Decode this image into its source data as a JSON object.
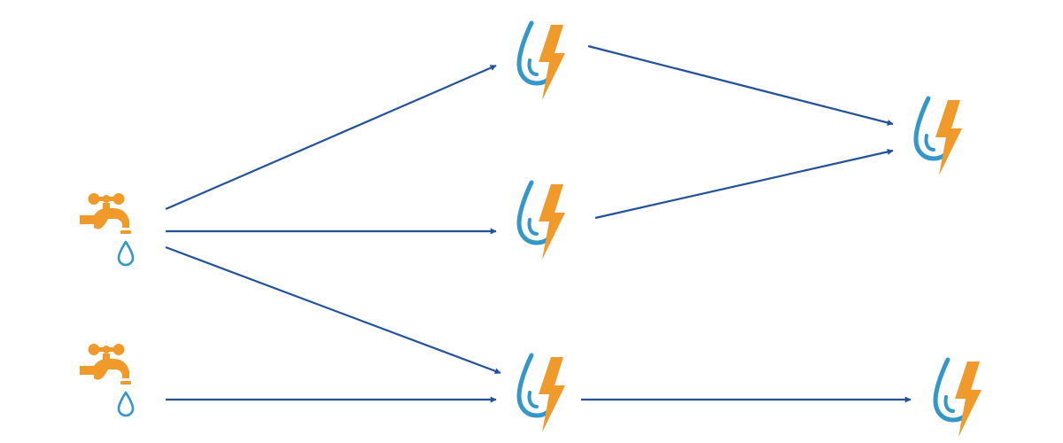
{
  "colors": {
    "tap": "#ef9a2a",
    "drop": "#3497c9",
    "bolt": "#ef9a2a",
    "edge": "#23529a",
    "background": "#ffffff"
  },
  "node_types": {
    "tap": "faucet-icon",
    "hydro": "water-energy-icon"
  },
  "nodes": [
    {
      "id": "tap-1",
      "type": "tap"
    },
    {
      "id": "tap-2",
      "type": "tap"
    },
    {
      "id": "hydro-1",
      "type": "hydro"
    },
    {
      "id": "hydro-2",
      "type": "hydro"
    },
    {
      "id": "hydro-3",
      "type": "hydro"
    },
    {
      "id": "hydro-4",
      "type": "hydro"
    },
    {
      "id": "hydro-5",
      "type": "hydro"
    }
  ],
  "edges": [
    {
      "from": "tap-1",
      "to": "hydro-1"
    },
    {
      "from": "tap-1",
      "to": "hydro-2"
    },
    {
      "from": "tap-1",
      "to": "hydro-3"
    },
    {
      "from": "tap-2",
      "to": "hydro-3"
    },
    {
      "from": "hydro-1",
      "to": "hydro-4"
    },
    {
      "from": "hydro-2",
      "to": "hydro-4"
    },
    {
      "from": "hydro-3",
      "to": "hydro-5"
    }
  ]
}
